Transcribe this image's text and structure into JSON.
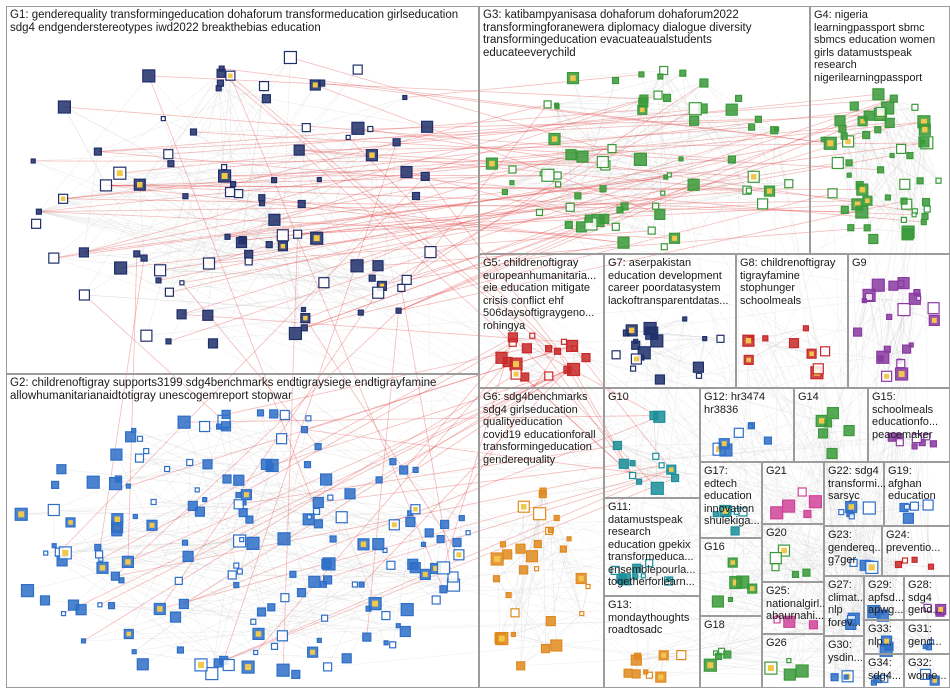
{
  "groups": [
    {
      "id": "G1",
      "label": "G1: genderequality transformingeducation dohaforum transformeducation girlseducation\nsdg4 endgenderstereotypes iwd2022 breakthebias education"
    },
    {
      "id": "G2",
      "label": "G2: childrenoftigray supports3199 sdg4benchmarks endtigraysiege endtigrayfamine\nallowhumanitarianaidtotigray unescogemreport stopwar"
    },
    {
      "id": "G3",
      "label": "G3: katibampyanisasa dohaforum dohaforum2022\ntransformingforanewera diplomacy dialogue diversity\ntransformingeducation evacuateaualstudents\neducateeverychild"
    },
    {
      "id": "G4",
      "label": "G4: nigeria\nlearningpassport sbmc\nsbmcs education women\ngirls datamustspeak\nresearch\nnigerilearningpassport"
    },
    {
      "id": "G5",
      "label": "G5: childrenoftigray\neuropeanhumanitaria...\neie education mitigate\ncrisis conflict ehf\n506daysoftigraygeno...\nrohingya"
    },
    {
      "id": "G6",
      "label": "G6: sdg4benchmarks\nsdg4 girlseducation\nqualityeducation\ncovid19 educationforall\ntransformingeducation\ngenderequality"
    },
    {
      "id": "G7",
      "label": "G7: aserpakistan\neducation development\ncareer poordatasystem\nlackoftransparentdatas..."
    },
    {
      "id": "G8",
      "label": "G8: childrenoftigray\ntigrayfamine\nstophunger\nschoolmeals"
    },
    {
      "id": "G9",
      "label": "G9"
    },
    {
      "id": "G10",
      "label": "G10"
    },
    {
      "id": "G11",
      "label": "G11:\ndatamustspeak\nresearch\neducation gpekix\ntransformeduca...\nensemblepourla...\ntogetherforlearn..."
    },
    {
      "id": "G12",
      "label": "G12: hr3474\nhr3836"
    },
    {
      "id": "G13",
      "label": "G13:\nmondaythoughts\nroadtosadc"
    },
    {
      "id": "G14",
      "label": "G14"
    },
    {
      "id": "G15",
      "label": "G15:\nschoolmeals\neducationfo...\npeacemaker"
    },
    {
      "id": "G16",
      "label": "G16"
    },
    {
      "id": "G17",
      "label": "G17:\nedtech\neducation\ninnovation\nshulekiga..."
    },
    {
      "id": "G18",
      "label": "G18"
    },
    {
      "id": "G19",
      "label": "G19:\nafghan\neducation"
    },
    {
      "id": "G20",
      "label": "G20"
    },
    {
      "id": "G21",
      "label": "G21"
    },
    {
      "id": "G22",
      "label": "G22: sdg4\ntransformi...\nsarsyc"
    },
    {
      "id": "G23",
      "label": "G23:\ngendereq...\ng7ger"
    },
    {
      "id": "G24",
      "label": "G24:\npreventio..."
    },
    {
      "id": "G25",
      "label": "G25:\nnationalgirl...\nabaurnahi..."
    },
    {
      "id": "G26",
      "label": "G26"
    },
    {
      "id": "G27",
      "label": "G27:\nclimat...\nnlp\nforev..."
    },
    {
      "id": "G28",
      "label": "G28:\nsdg4\ngend..."
    },
    {
      "id": "G29",
      "label": "G29:\napfsd...\napwg..."
    },
    {
      "id": "G30",
      "label": "G30:\nysdin..."
    },
    {
      "id": "G31",
      "label": "G31:\ngend..."
    },
    {
      "id": "G32",
      "label": "G32:\nwome..."
    },
    {
      "id": "G33",
      "label": "G33:\nnlp..."
    },
    {
      "id": "G34",
      "label": "G34:\nsdg4..."
    }
  ],
  "colors": {
    "edge_gray": "#cfcfcf",
    "edge_red": "#e03c3c",
    "node_blue": "#2e6fc8",
    "node_green": "#3a9a3a",
    "node_red": "#c82828",
    "node_orange": "#e08a1e",
    "node_purple": "#8a3aa0",
    "node_navy": "#1f2f6a",
    "node_teal": "#1a8f9a",
    "node_pink": "#d0449a",
    "group_border": "#9c9c9c"
  }
}
